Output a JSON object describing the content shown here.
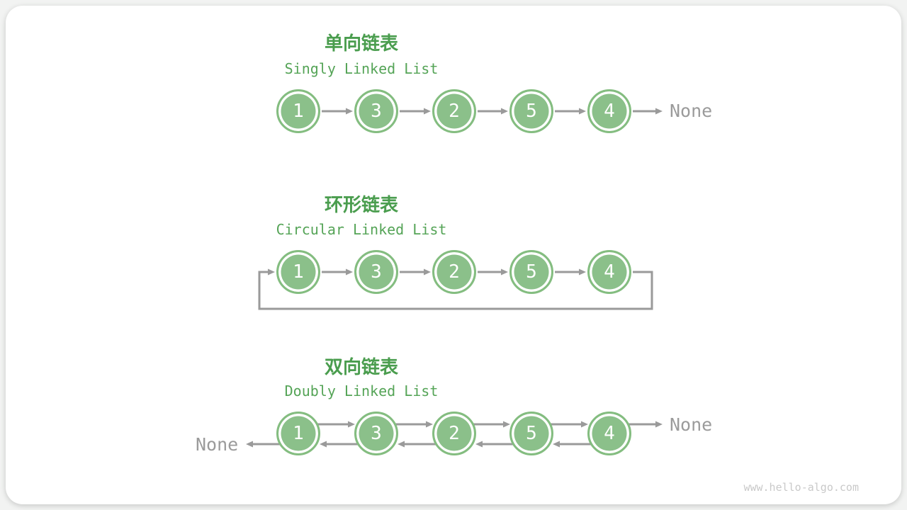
{
  "page": {
    "watermark": "www.hello-algo.com"
  },
  "colors": {
    "node_fill_green": "#8bc08a",
    "node_ring_green": "#84bd80",
    "heading_green": "#4a9d4e",
    "subtitle_green": "#55a457",
    "arrow_gray": "#9a9a9a",
    "none_text_gray": "#9b9b9b",
    "watermark_gray": "#c9c9c9",
    "card_white": "#ffffff"
  },
  "sections": {
    "singly": {
      "title_zh": "单向链表",
      "title_en": "Singly Linked List",
      "nodes": [
        "1",
        "3",
        "2",
        "5",
        "4"
      ],
      "tail": "None"
    },
    "circular": {
      "title_zh": "环形链表",
      "title_en": "Circular Linked List",
      "nodes": [
        "1",
        "3",
        "2",
        "5",
        "4"
      ]
    },
    "doubly": {
      "title_zh": "双向链表",
      "title_en": "Doubly Linked List",
      "nodes": [
        "1",
        "3",
        "2",
        "5",
        "4"
      ],
      "head": "None",
      "tail": "None"
    }
  }
}
